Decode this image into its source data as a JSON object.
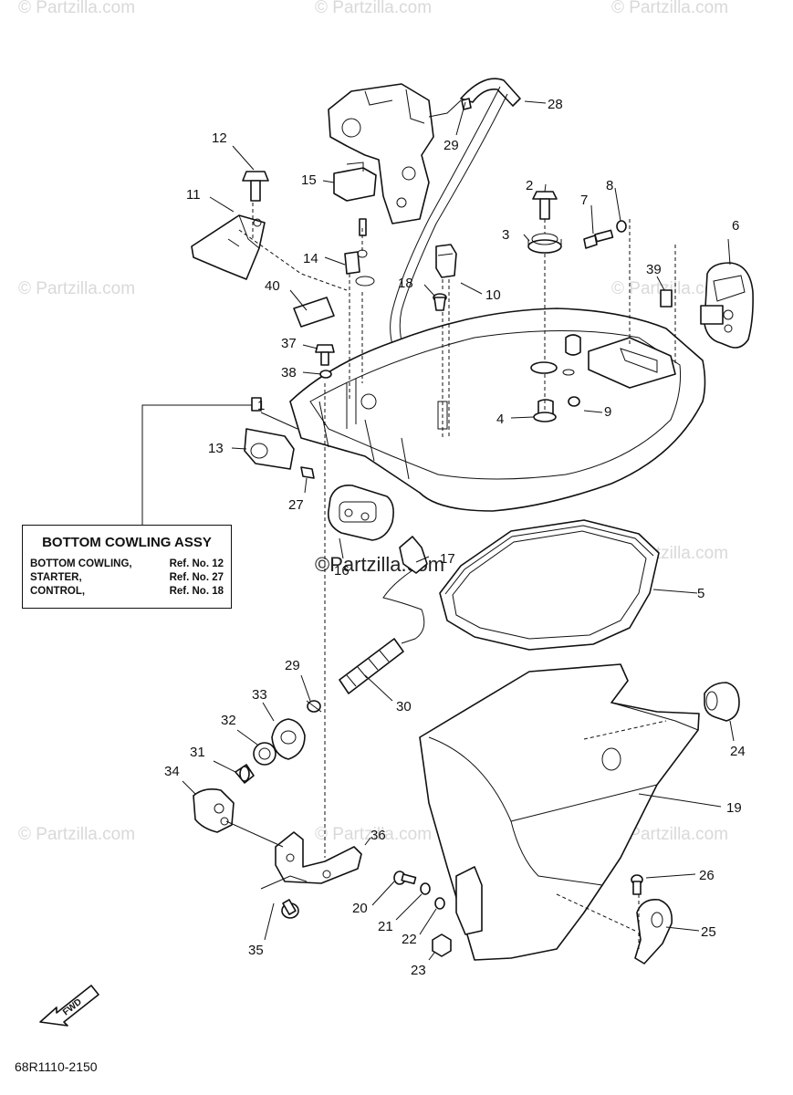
{
  "callouts": [
    "1",
    "2",
    "3",
    "4",
    "5",
    "6",
    "7",
    "8",
    "9",
    "10",
    "11",
    "12",
    "13",
    "14",
    "15",
    "16",
    "17",
    "18",
    "19",
    "20",
    "21",
    "22",
    "23",
    "24",
    "25",
    "26",
    "27",
    "28",
    "29",
    "29",
    "30",
    "31",
    "32",
    "33",
    "34",
    "35",
    "36",
    "37",
    "38",
    "39",
    "40"
  ],
  "assembly": {
    "title": "BOTTOM COWLING ASSY",
    "rows": [
      {
        "label": "BOTTOM COWLING,",
        "ref": "Ref. No. 12"
      },
      {
        "label": "STARTER,",
        "ref": "Ref. No. 27"
      },
      {
        "label": "CONTROL,",
        "ref": "Ref. No. 18"
      }
    ]
  },
  "fwd_label": "FWD",
  "diagram_code": "68R1110-2150",
  "watermark": "© Partzilla.com",
  "watermark_center": "©Partzilla.com"
}
